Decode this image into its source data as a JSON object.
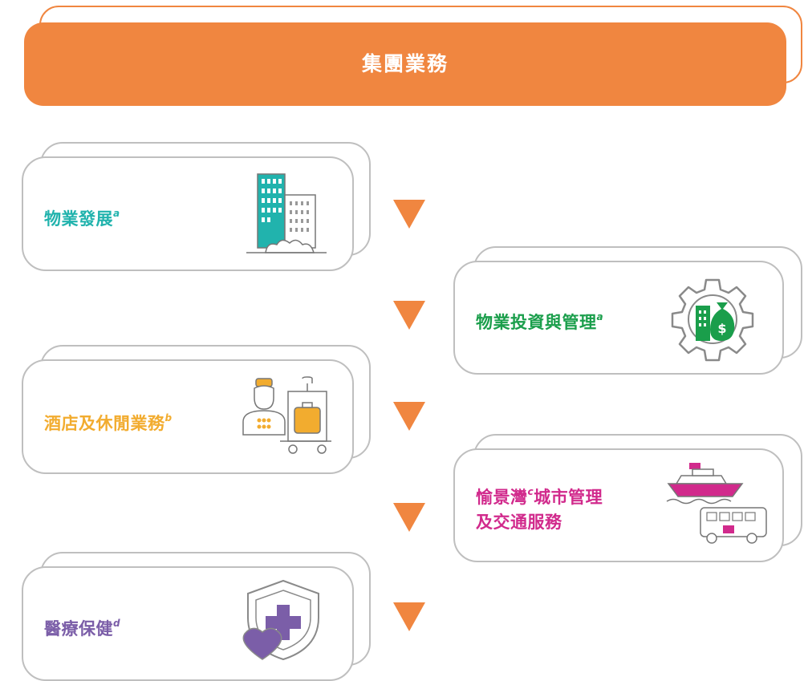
{
  "header": {
    "title": "集團業務"
  },
  "segments": [
    {
      "label": "物業發展",
      "sup": "a",
      "color": "#21b3ad",
      "icon": "buildings-icon"
    },
    {
      "label": "物業投資與管理",
      "sup": "a",
      "color": "#1a9e4b",
      "icon": "gear-money-icon"
    },
    {
      "label": "酒店及休閒業務",
      "sup": "b",
      "color": "#f2ac2f",
      "icon": "hotel-staff-luggage-icon"
    },
    {
      "label1_a": "愉景灣",
      "label1_sup": "c",
      "label1_b": "城市管理",
      "label2": "及交通服務",
      "color": "#d12a8c",
      "icon": "ferry-bus-icon"
    },
    {
      "label": "醫療保健",
      "sup": "d",
      "color": "#7b5ea8",
      "icon": "shield-heart-icon"
    }
  ],
  "arrow_color": "#f08640"
}
